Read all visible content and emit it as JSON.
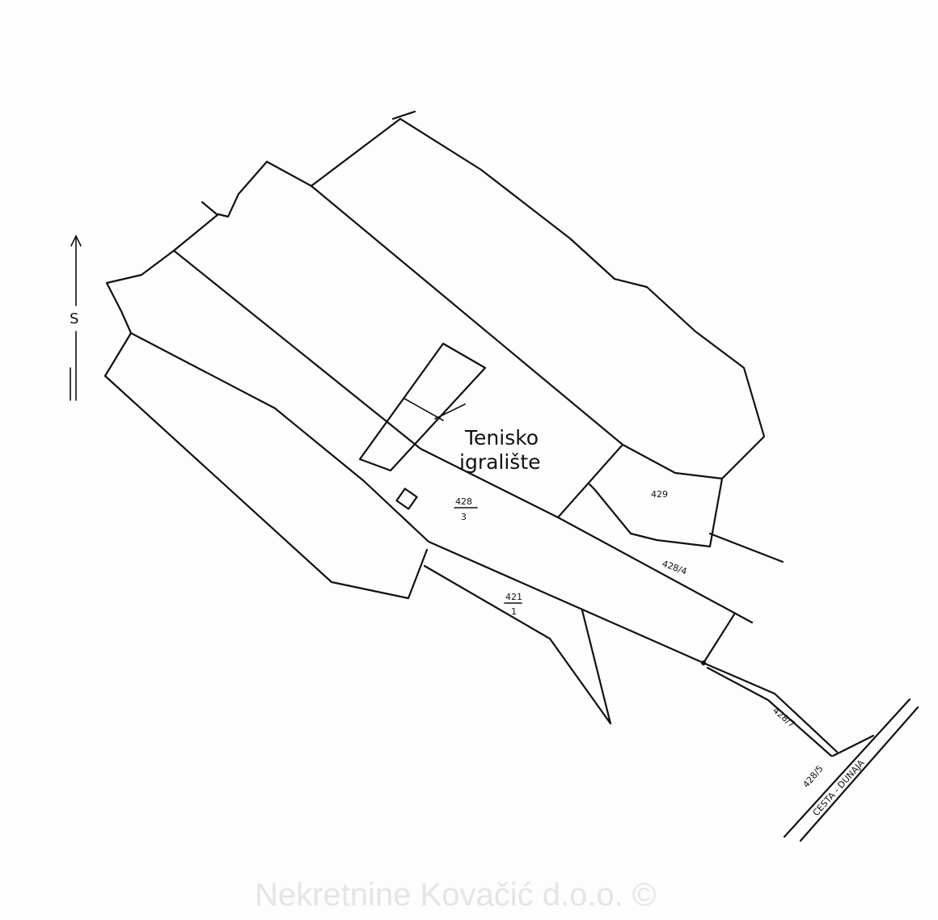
{
  "map": {
    "north_label": "S",
    "feature_label_line1": "Tenisko",
    "feature_label_line2": "igralište",
    "parcels": {
      "p428_3_num": "428",
      "p428_3_den": "3",
      "p429": "429",
      "p428_4": "428/4",
      "p421_1_num": "421",
      "p421_1_den": "1",
      "p428_7": "428/7",
      "p428_5": "428/5"
    },
    "road_label": "CESTA - DUNAJA",
    "watermark": "Nekretnine Kovačić d.o.o. ©"
  }
}
